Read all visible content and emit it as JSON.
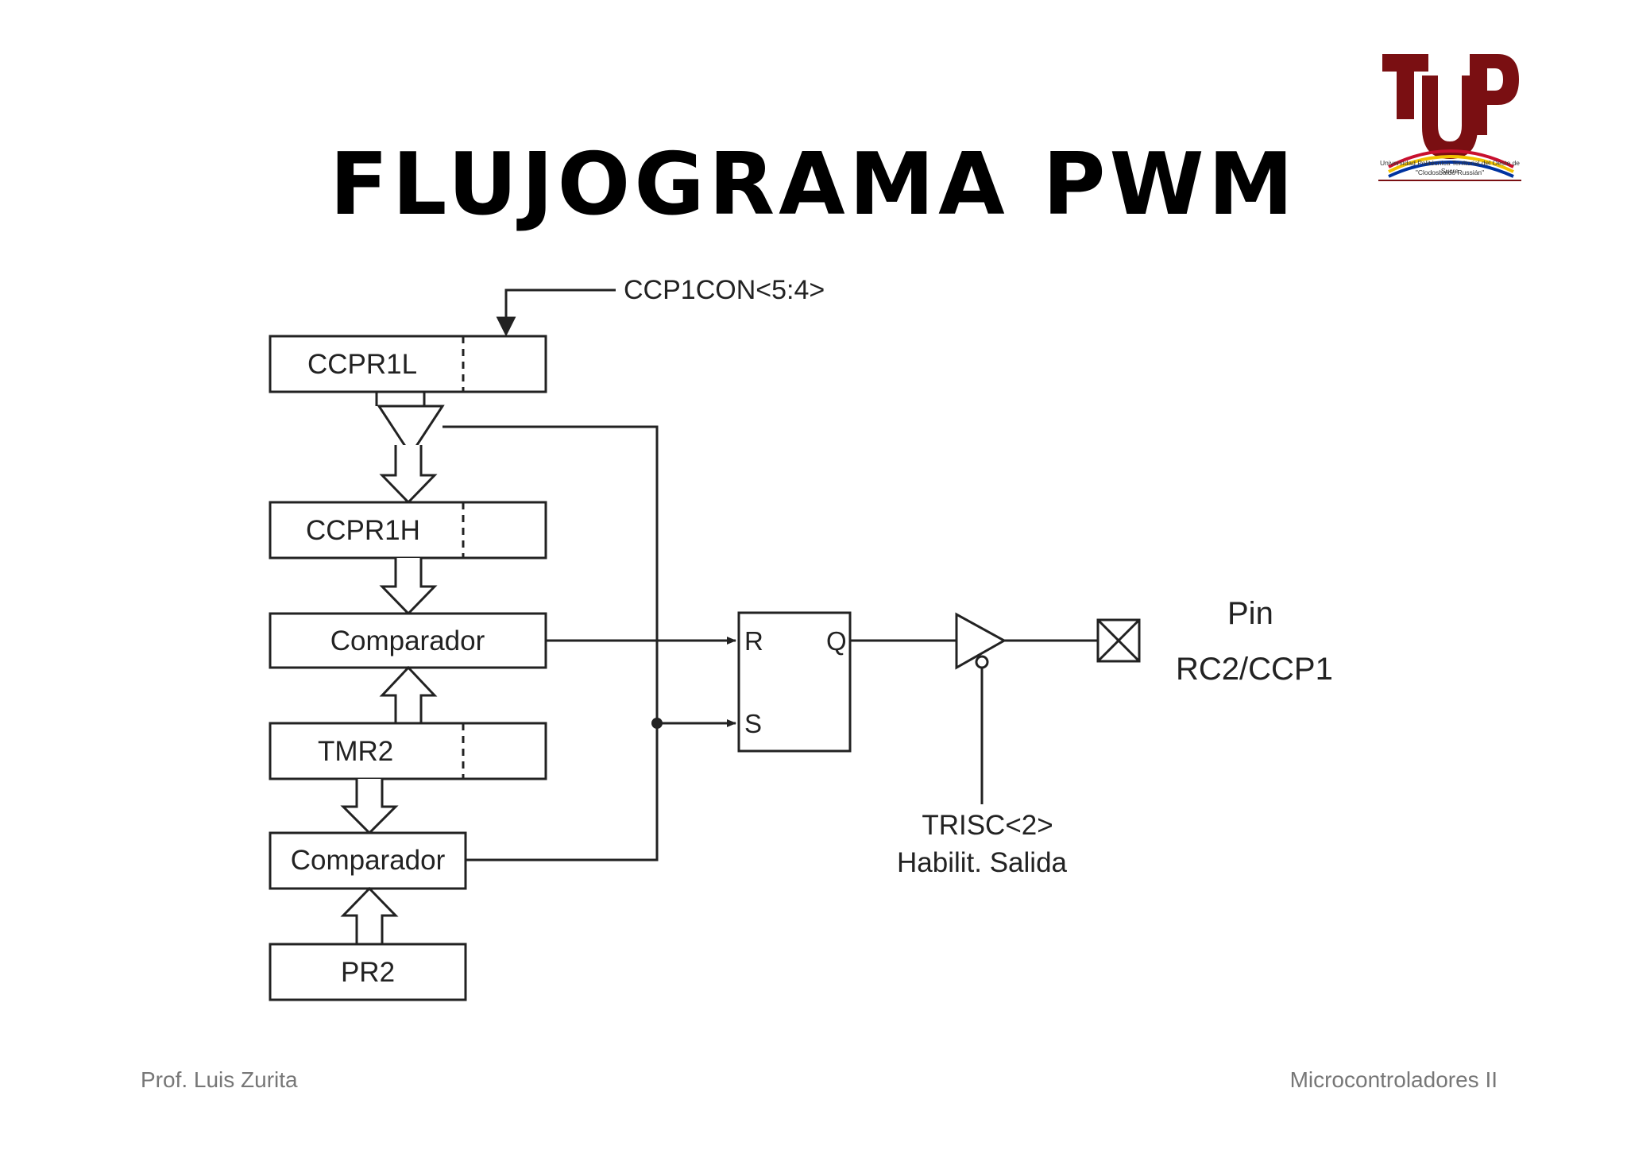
{
  "slide": {
    "title": "FLUJOGRAMA PWM",
    "footer_left": "Prof. Luis Zurita",
    "footer_right": "Microcontroladores II"
  },
  "logo": {
    "line1": "Universidad Politécnica Territorial del Oeste de Sucre",
    "line2": "\"Clodosbaldo Russián\"",
    "primary_color": "#7a0f12",
    "accent_colors": [
      "#c8102e",
      "#f2c200",
      "#0033a0"
    ]
  },
  "diagram": {
    "ccp1con_label": "CCP1CON<5:4>",
    "ccpr1l_label": "CCPR1L",
    "ccpr1h_label": "CCPR1H",
    "comparator1_label": "Comparador",
    "tmr2_label": "TMR2",
    "comparator2_label": "Comparador",
    "pr2_label": "PR2",
    "flipflop_r": "R",
    "flipflop_s": "S",
    "flipflop_q": "Q",
    "trisc_label": "TRISC<2>",
    "enable_label": "Habilit. Salida",
    "pin_label": "Pin",
    "pin_name": "RC2/CCP1"
  }
}
